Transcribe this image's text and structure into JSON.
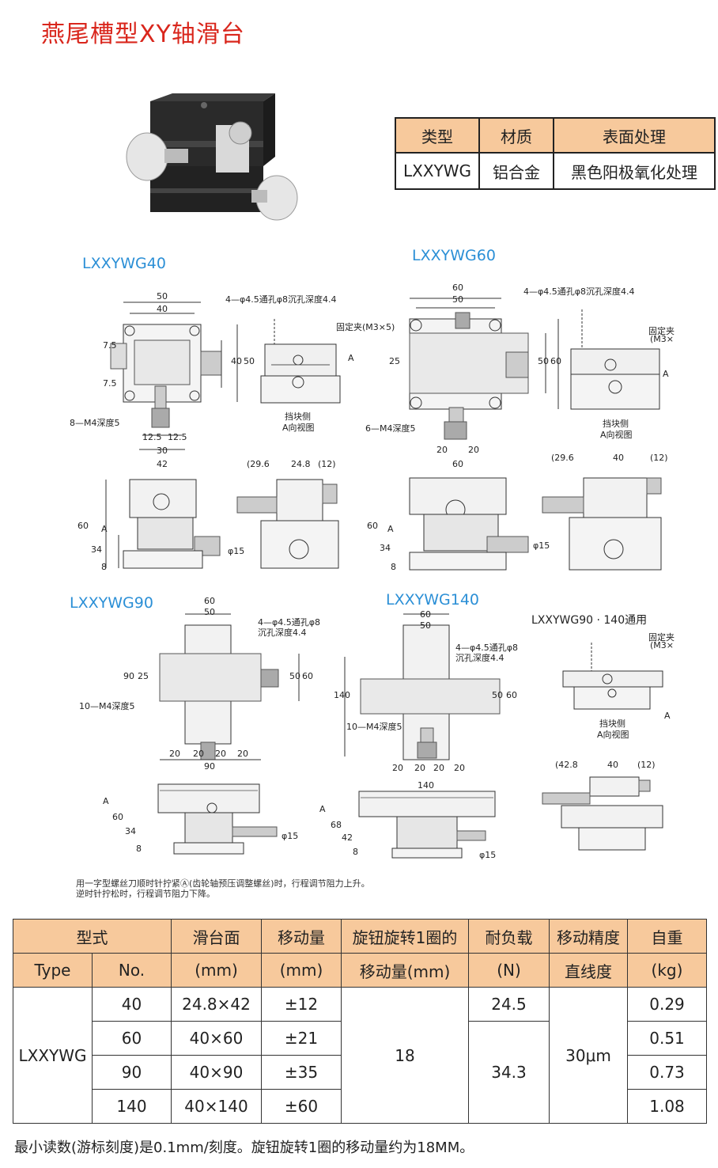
{
  "title": "燕尾槽型XY轴滑台",
  "sample_table": {
    "headers": [
      "类型",
      "材质",
      "表面处理"
    ],
    "row": [
      "LXXYWG",
      "铝合金",
      "黑色阳极氧化处理"
    ]
  },
  "models": {
    "m40": "LXXYWG40",
    "m60": "LXXYWG60",
    "m90": "LXXYWG90",
    "m140": "LXXYWG140",
    "common": "LXXYWG90 · 140通用"
  },
  "drawing_labels": {
    "hole_note": "4—φ4.5通孔φ8沉孔深度4.4",
    "hole_note_a": "4—φ4.5通孔φ8",
    "hole_note_b": "沉孔深度4.4",
    "clamp": "固定夹(M3×5)",
    "clamp_a": "固定夹",
    "clamp_b": "(M3×",
    "stop_side": "挡块侧",
    "view_a": "A向视图",
    "m4_8": "8—M4深度5",
    "m4_6": "6—M4深度5",
    "m4_10": "10—M4深度5",
    "circle_a": "A",
    "arrow_a": "A",
    "phi15": "φ15",
    "dims": {
      "d50": "50",
      "d40": "40",
      "d60": "60",
      "d30": "30",
      "d42": "42",
      "d90": "90",
      "d140": "140",
      "d20": "20",
      "d25": "25",
      "d34": "34",
      "d8": "8",
      "d68": "68",
      "d7_5": "7.5",
      "d12_5": "12.5",
      "d24_8": "24.8",
      "d29_6": "(29.6",
      "d12": "(12)",
      "d42_8": "(42.8"
    }
  },
  "notes": [
    "用一字型螺丝刀顺时针拧紧Ⓐ(齿轮轴预压调整螺丝)时，行程调节阻力上升。",
    "逆时针拧松时，行程调节阻力下降。"
  ],
  "spec_table": {
    "h1": [
      "型式",
      "滑台面",
      "移动量",
      "旋钮旋转1圈的",
      "耐负载",
      "移动精度",
      "自重"
    ],
    "h2": [
      "Type",
      "No.",
      "(mm)",
      "(mm)",
      "移动量(mm)",
      "(N)",
      "直线度",
      "(kg)"
    ],
    "type": "LXXYWG",
    "nos": [
      "40",
      "60",
      "90",
      "140"
    ],
    "surface": [
      "24.8×42",
      "40×60",
      "40×90",
      "40×140"
    ],
    "travel": [
      "±12",
      "±21",
      "±35",
      "±60"
    ],
    "per_rev": "18",
    "load": [
      "24.5",
      "34.3"
    ],
    "accuracy": "30μm",
    "weight": [
      "0.29",
      "0.51",
      "0.73",
      "1.08"
    ]
  },
  "footer": "最小读数(游标刻度)是0.1mm/刻度。旋钮旋转1圈的移动量约为18MM。"
}
